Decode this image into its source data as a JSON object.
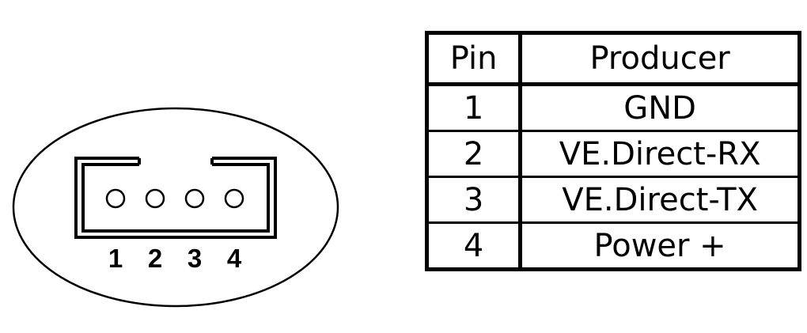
{
  "connector": {
    "pin_labels": [
      "1",
      "2",
      "3",
      "4"
    ]
  },
  "table": {
    "headers": [
      "Pin",
      "Producer"
    ],
    "rows": [
      [
        "1",
        "GND"
      ],
      [
        "2",
        "VE.Direct-RX"
      ],
      [
        "3",
        "VE.Direct-TX"
      ],
      [
        "4",
        "Power +"
      ]
    ]
  }
}
